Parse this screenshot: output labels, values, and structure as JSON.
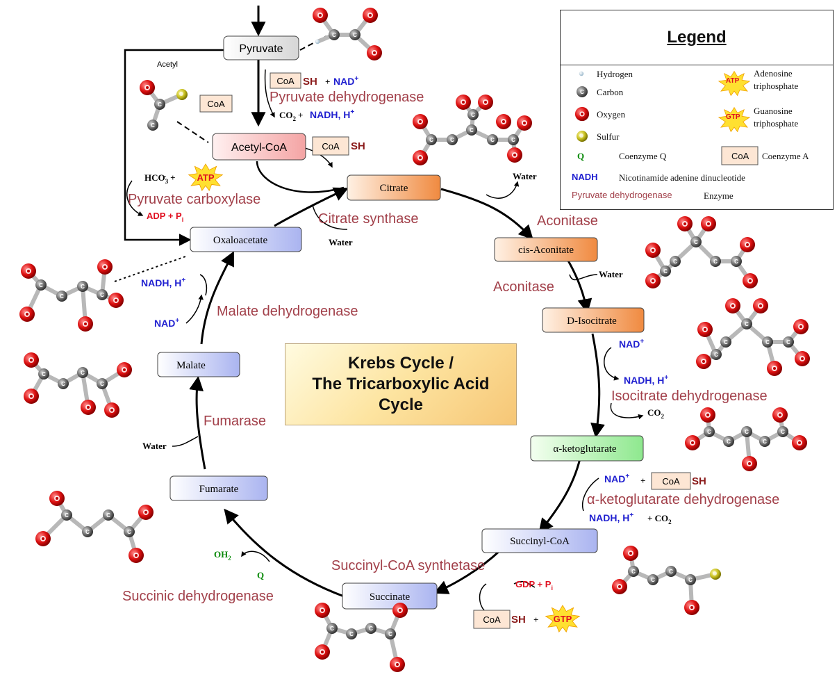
{
  "title": "Krebs Cycle /\nThe Tricarboxylic Acid\nCycle",
  "legend": {
    "heading": "Legend",
    "hydrogen": "Hydrogen",
    "carbon": "Carbon",
    "oxygen": "Oxygen",
    "sulfur": "Sulfur",
    "atp": "Adenosine\ntriphosphate",
    "gtp": "Guanosine\ntriphosphate",
    "q_symbol": "Q",
    "q_name": "Coenzyme Q",
    "coa_name": "Coenzyme A",
    "nadh_symbol": "NADH",
    "nadh_name": "Nicotinamide adenine dinucleotide",
    "enzyme_example": "Pyruvate dehydrogenase",
    "enzyme_label": "Enzyme",
    "atp_glyph": "ATP",
    "gtp_glyph": "GTP",
    "coa_glyph": "CoA"
  },
  "metabolites": {
    "pyruvate": "Pyruvate",
    "acetyl_coa": "Acetyl-CoA",
    "citrate": "Citrate",
    "cis_aconitate": "cis-Aconitate",
    "d_isocitrate": "D-Isocitrate",
    "a_ketoglutarate": "α-ketoglutarate",
    "succinyl_coa": "Succinyl-CoA",
    "succinate": "Succinate",
    "fumarate": "Fumarate",
    "malate": "Malate",
    "oxaloacetate": "Oxaloacetate"
  },
  "enzymes": {
    "pyruvate_dehydrogenase": "Pyruvate dehydrogenase",
    "pyruvate_carboxylase": "Pyruvate carboxylase",
    "citrate_synthase": "Citrate synthase",
    "aconitase_1": "Aconitase",
    "aconitase_2": "Aconitase",
    "isocitrate_dehydrogenase": "Isocitrate dehydrogenase",
    "a_kg_dehydrogenase": "α-ketoglutarate dehydrogenase",
    "succinyl_coa_synthetase": "Succinyl-CoA synthetase",
    "succinic_dehydrogenase": "Succinic dehydrogenase",
    "fumarase": "Fumarase",
    "malate_dehydrogenase": "Malate dehydrogenase"
  },
  "cofactors": {
    "acetyl": "Acetyl",
    "coa": "CoA",
    "sh": "SH",
    "plus": "+",
    "nad_plus": "NAD",
    "co2": "CO",
    "nadh_h": "NADH, H",
    "hco3": "HCO",
    "atp": "ATP",
    "adp_pi": "ADP + P",
    "water": "Water",
    "gdp_pi": "GDP + P",
    "gtp": "GTP",
    "oh2": "OH",
    "q": "Q",
    "co2_plus": "+ CO",
    "sup_plus": "+",
    "sub_2": "2",
    "sub_3": "3",
    "sub_i": "i",
    "sup_dash": "-"
  }
}
